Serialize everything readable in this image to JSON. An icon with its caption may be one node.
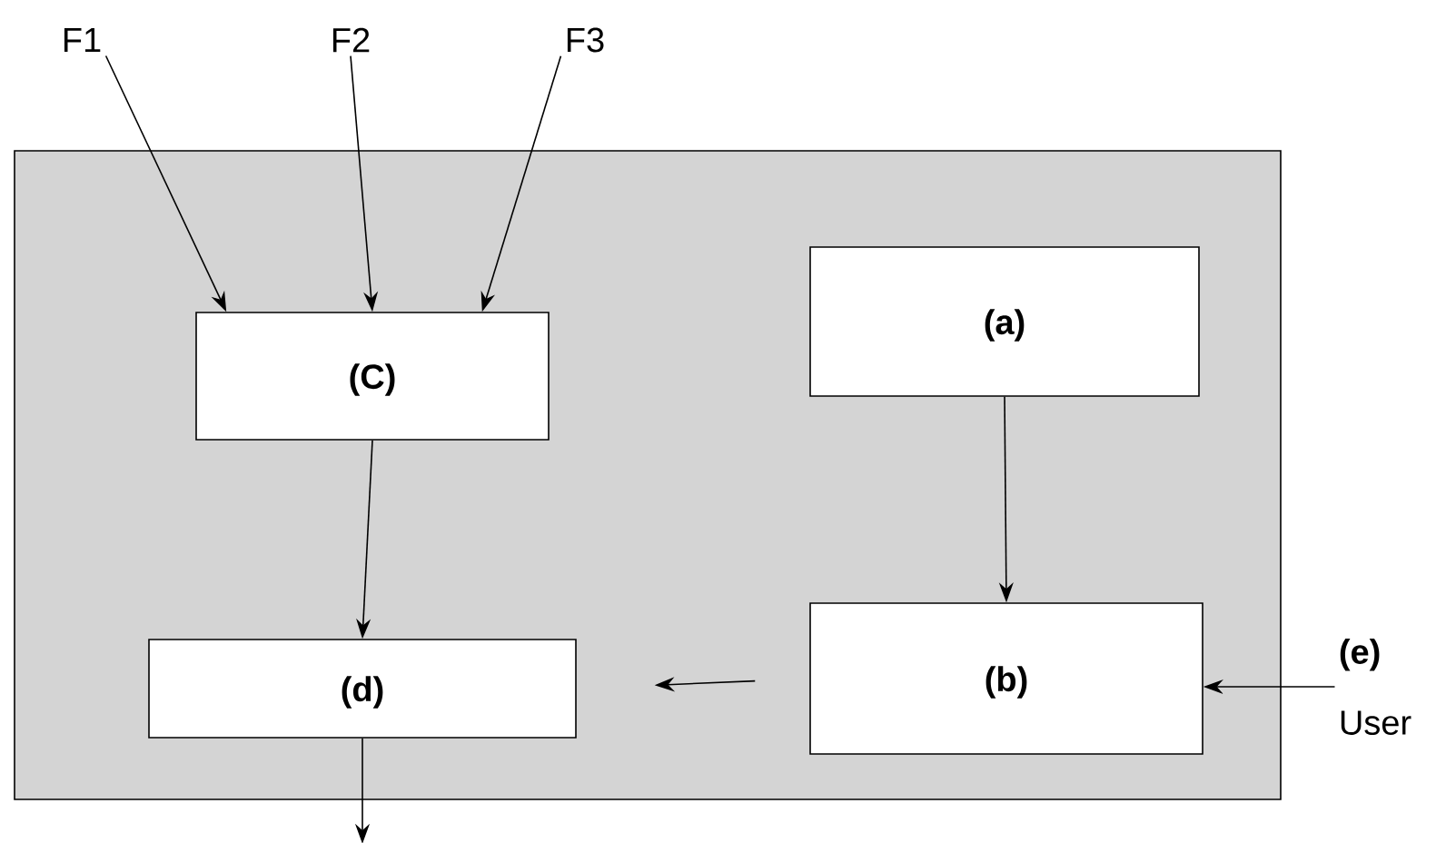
{
  "diagram": {
    "nodes": [
      {
        "text": [],
        "shape": "box"
      },
      {
        "text": [
          "F1"
        ]
      },
      {
        "text": [
          "F2"
        ]
      },
      {
        "text": [
          "F3"
        ]
      },
      {
        "text": [
          "(C)"
        ],
        "in": 0
      },
      {
        "text": [
          "(a)"
        ],
        "in": 0
      },
      {
        "text": [
          "(b)"
        ],
        "in": 0
      },
      {
        "text": [
          "(d)"
        ],
        "in": 0
      },
      {
        "text": [
          "(e)",
          "User"
        ]
      }
    ],
    "edges": [
      {
        "from": 1,
        "to": 4,
        "arrow": "to"
      },
      {
        "from": 2,
        "to": 4,
        "arrow": "to"
      },
      {
        "from": 3,
        "to": 4,
        "arrow": "to"
      },
      {
        "from": 4,
        "to": 7,
        "arrow": "to"
      },
      {
        "from": 5,
        "to": 6,
        "arrow": "to"
      },
      {
        "from": 6,
        "to": 7,
        "arrow": "to"
      },
      {
        "from": 8,
        "to": 6,
        "arrow": "to"
      },
      {
        "from": 7,
        "to": null,
        "arrow": "to"
      }
    ]
  }
}
